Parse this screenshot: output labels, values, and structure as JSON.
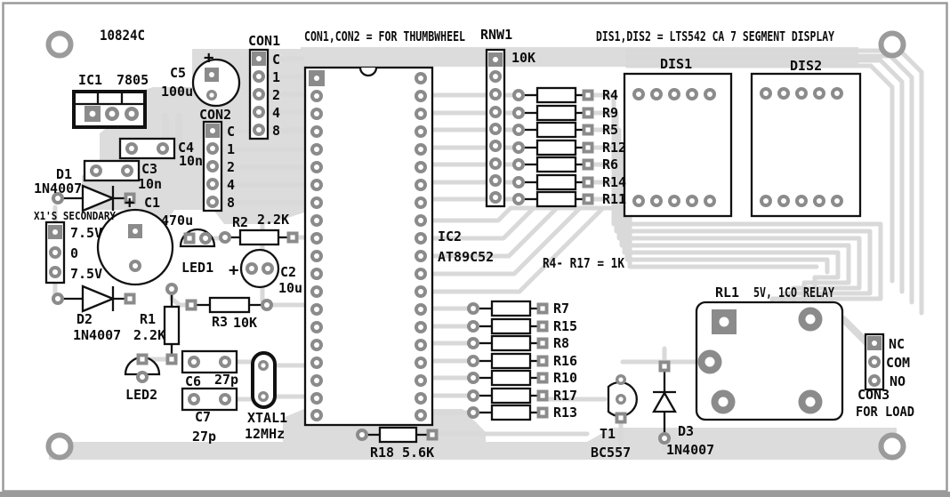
{
  "board": {
    "code": "10824C",
    "notes": {
      "thumbwheel": "CON1,CON2 = FOR THUMBWHEEL",
      "displays": "DIS1,DIS2 = LTS542 CA 7 SEGMENT DISPLAY",
      "resistors": "R4- R17 = 1K"
    }
  },
  "components": {
    "ic1": {
      "ref": "IC1",
      "part": "7805"
    },
    "ic2": {
      "ref": "IC2",
      "part": "AT89C52"
    },
    "c1": {
      "ref": "C1",
      "value": "470u",
      "polarity": "+"
    },
    "c2": {
      "ref": "C2",
      "value": "10u",
      "polarity": "+"
    },
    "c3": {
      "ref": "C3",
      "value": "10n"
    },
    "c4": {
      "ref": "C4",
      "value": "10n"
    },
    "c5": {
      "ref": "C5",
      "value": "100u",
      "polarity": "+"
    },
    "c6": {
      "ref": "C6",
      "value": "27p"
    },
    "c7": {
      "ref": "C7",
      "value": "27p"
    },
    "d1": {
      "ref": "D1",
      "part": "1N4007"
    },
    "d2": {
      "ref": "D2",
      "part": "1N4007"
    },
    "d3": {
      "ref": "D3",
      "part": "1N4007"
    },
    "r1": {
      "ref": "R1",
      "value": "2.2K"
    },
    "r2": {
      "ref": "R2",
      "value": "2.2K"
    },
    "r3": {
      "ref": "R3",
      "value": "10K"
    },
    "r18": {
      "ref": "R18",
      "value": "5.6K"
    },
    "led1": {
      "ref": "LED1"
    },
    "led2": {
      "ref": "LED2"
    },
    "xtal1": {
      "ref": "XTAL1",
      "value": "12MHz"
    },
    "t1": {
      "ref": "T1",
      "part": "BC557"
    },
    "rnw1": {
      "ref": "RNW1",
      "value": "10K"
    },
    "rl1": {
      "ref": "RL1",
      "desc": "5V, 1CO RELAY"
    },
    "dis1": {
      "ref": "DIS1"
    },
    "dis2": {
      "ref": "DIS2"
    },
    "x1": {
      "label": "X1'S SECONDARY",
      "pins": [
        "7.5V",
        "0",
        "7.5V"
      ]
    },
    "con1": {
      "ref": "CON1",
      "pins": [
        "C",
        "1",
        "2",
        "4",
        "8"
      ]
    },
    "con2": {
      "ref": "CON2",
      "pins": [
        "C",
        "1",
        "2",
        "4",
        "8"
      ]
    },
    "con3": {
      "ref": "CON3",
      "desc": "FOR LOAD",
      "pins": [
        "NC",
        "COM",
        "NO"
      ]
    }
  },
  "resistor_bank_top": [
    "R4",
    "R9",
    "R5",
    "R12",
    "R6",
    "R14",
    "R11"
  ],
  "resistor_bank_bottom": [
    "R7",
    "R15",
    "R8",
    "R16",
    "R10",
    "R17",
    "R13"
  ]
}
